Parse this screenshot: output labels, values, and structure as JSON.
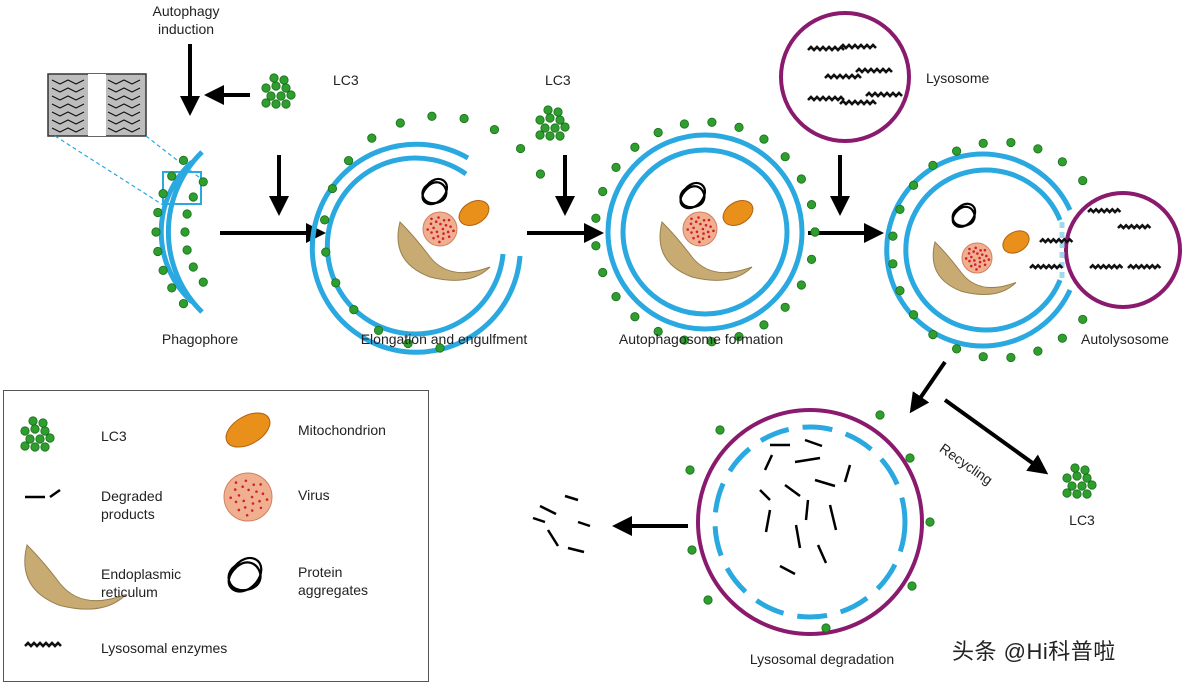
{
  "colors": {
    "membrane": "#2aa8e0",
    "lc3": "#2e9e2e",
    "lysosome": "#8a1a6e",
    "mito": "#e8901a",
    "er": "#c8ab72",
    "virus": "#f0b090",
    "virus_dots": "#d02030",
    "arrow": "#000000"
  },
  "labels": {
    "autophagy_induction": "Autophagy\ninduction",
    "lc3_top1": "LC3",
    "lc3_top2": "LC3",
    "lysosome": "Lysosome",
    "phagophore": "Phagophore",
    "elongation": "Elongation and engulfment",
    "autophagosome": "Autophagosome formation",
    "autolysosome": "Autolysosome",
    "recycling": "Recycling",
    "lc3_recycled": "LC3",
    "lysosomal_degradation": "Lysosomal degradation"
  },
  "legend": {
    "items": [
      {
        "label": "LC3",
        "icon": "lc3-cluster-icon"
      },
      {
        "label": "Mitochondrion",
        "icon": "mitochondrion-icon"
      },
      {
        "label": "Degraded\nproducts",
        "icon": "degraded-products-icon"
      },
      {
        "label": "Virus",
        "icon": "virus-icon"
      },
      {
        "label": "Endoplasmic\nreticulum",
        "icon": "endoplasmic-reticulum-icon"
      },
      {
        "label": "Protein\naggregates",
        "icon": "protein-aggregates-icon"
      },
      {
        "label": "Lysosomal enzymes",
        "icon": "lysosomal-enzymes-icon"
      }
    ]
  },
  "watermark": "头条 @Hi科普啦"
}
